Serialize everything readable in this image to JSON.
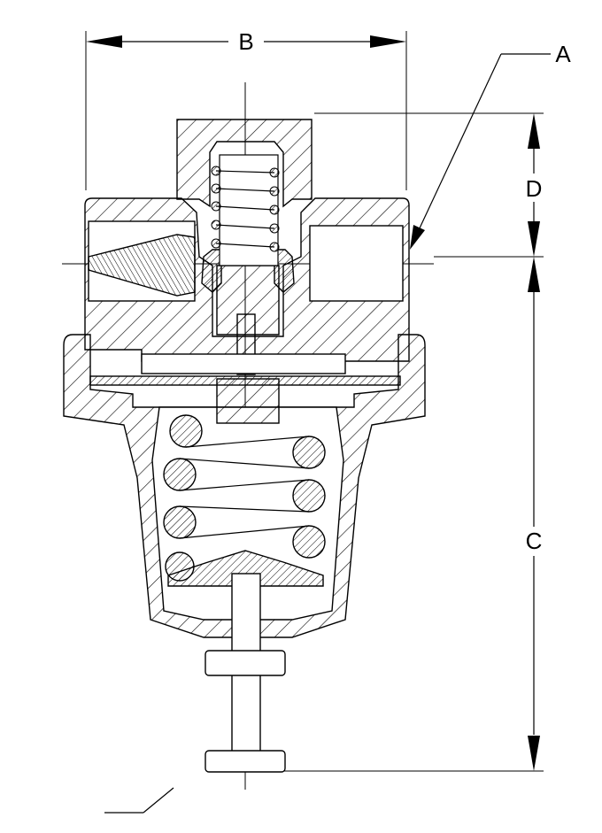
{
  "drawing": {
    "labels": {
      "a": "A",
      "b": "B",
      "c": "C",
      "d": "D"
    },
    "colors": {
      "line": "#000000",
      "background": "#ffffff"
    }
  }
}
